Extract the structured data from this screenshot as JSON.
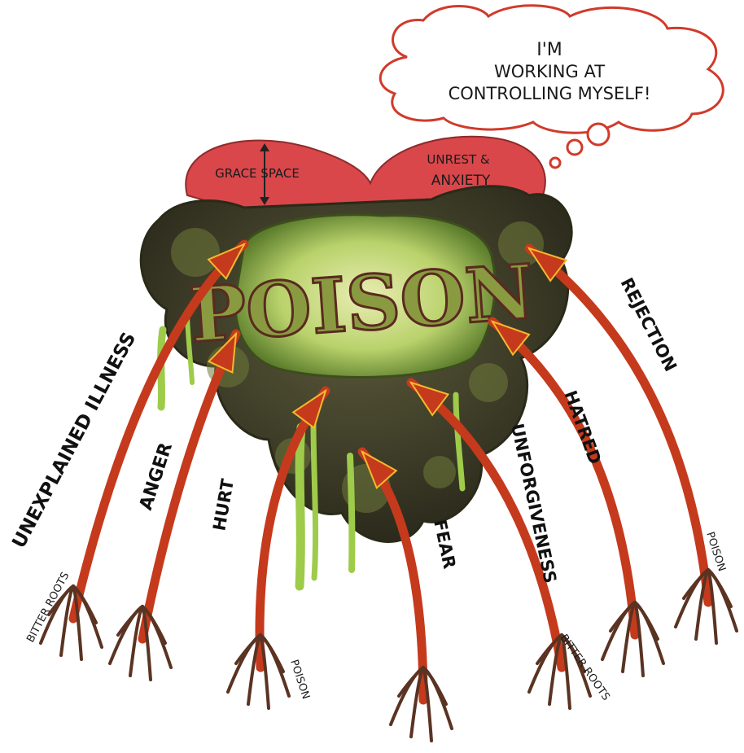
{
  "thought_bubble": {
    "line1": "I'M",
    "line2": "WORKING AT",
    "line3": "CONTROLLING MYSELF!"
  },
  "heart_top": {
    "left_label": "GRACE SPACE",
    "right_label_line1": "UNREST &",
    "right_label_line2": "ANXIETY"
  },
  "center_label": "POISON",
  "roots": [
    {
      "label": "UNEXPLAINED ILLNESS"
    },
    {
      "label": "ANGER"
    },
    {
      "label": "HURT"
    },
    {
      "label": "FEAR"
    },
    {
      "label": "UNFORGIVENESS"
    },
    {
      "label": "HATRED"
    },
    {
      "label": "REJECTION"
    }
  ],
  "small_labels": {
    "bitter_roots_left": "BITTER ROOTS",
    "poison_bottom": "POISON",
    "bitter_roots_right": "BITTER ROOTS",
    "poison_right": "POISON"
  },
  "colors": {
    "heart_red": "#d9474b",
    "rot_dark": "#3b3a2a",
    "slime_green": "#9ecb4a",
    "root_red": "#c53a1c",
    "root_brown": "#5a3322",
    "flame_yellow": "#f5b92c",
    "bubble_outline": "#d13a2a"
  }
}
